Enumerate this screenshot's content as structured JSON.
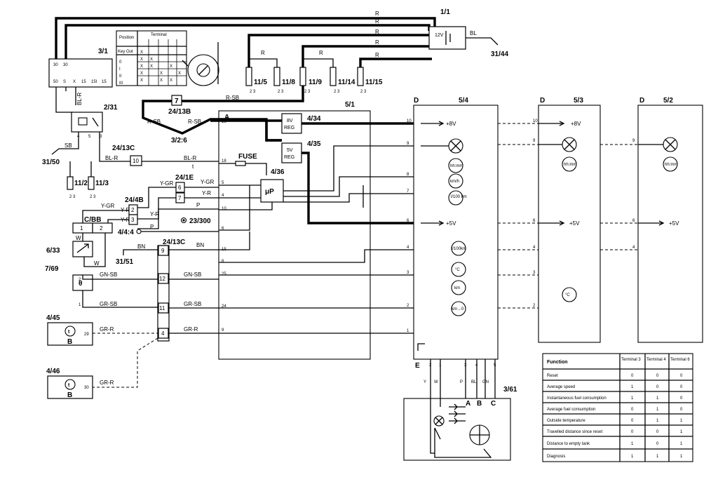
{
  "components": {
    "c1_1": "1/1",
    "battery": "12V",
    "c31_44": "31/44",
    "c3_1": "3/1",
    "key_pos_header": "Position",
    "key_term_header": "Terminal",
    "key_out": "Key Out",
    "key_rows": [
      "0",
      "I",
      "II",
      "III"
    ],
    "key_cols": [
      "30",
      "50",
      "15",
      "15I",
      "50",
      "15"
    ],
    "c2_31": "2/31",
    "c31_50": "31/50",
    "c11_2": "11/2",
    "c11_3": "11/3",
    "c11_5": "11/5",
    "c11_8": "11/8",
    "c11_9": "11/9",
    "c11_14": "11/14",
    "c11_15": "11/15",
    "c7": "7",
    "c24_13b": "24/13B",
    "c3_2_6": "3/2:6",
    "c24_13c_a": "24/13C",
    "c10": "10",
    "c24_1e": "24/1E",
    "c6": "6",
    "c7b": "7",
    "c24_4b": "24/4B",
    "c2": "2",
    "c3": "3",
    "cbb": "C/BB",
    "cbb1": "1",
    "cbb2": "2",
    "c6_33": "6/33",
    "c4_4_4": "4/4:4",
    "c23_300": "23/300",
    "c24_13c_b": "24/13C",
    "c31_51": "31/51",
    "c7_69": "7/69",
    "c4_45": "4/45",
    "c4_46": "4/46",
    "b": "B",
    "pin_29": "29",
    "pin_30": "30",
    "conn_pins": [
      "9",
      "12",
      "11",
      "4"
    ],
    "c5_1": "5/1",
    "letter_a": "A",
    "fuse": "FUSE",
    "c4_34": "4/34",
    "reg8": "8V",
    "reg8b": "REG",
    "c4_35": "4/35",
    "reg5": "5V",
    "reg5b": "REG",
    "c4_36": "4/36",
    "mu": "μP",
    "left_pins": [
      "16",
      "18",
      "5",
      "4",
      "10",
      "6",
      "15",
      "8",
      "25",
      "24",
      "9"
    ],
    "c5_4": "5/4",
    "c5_3": "5/3",
    "c5_2": "5/2",
    "d": "D",
    "e": "E",
    "plus8v": "+8V",
    "plus5v": "+5V",
    "gauge_labels": [
      "hh:mm",
      "km/h",
      "l/100 km",
      "l/100km",
      "°C",
      "km",
      "km→0"
    ],
    "right_pins": [
      "10",
      "9",
      "8",
      "7",
      "6",
      "4",
      "3",
      "2",
      "1"
    ],
    "bottom_pins": [
      "2",
      "1",
      "3",
      "4",
      "5"
    ],
    "c3_61": "3/61",
    "letters": [
      "A",
      "B",
      "C"
    ],
    "bottom_wire": [
      "Y",
      "W",
      "P",
      "BL",
      "GN"
    ]
  },
  "wires": {
    "r": "R",
    "bl": "BL",
    "bl_r": "BL-R",
    "sb": "SB",
    "r_sb": "R-SB",
    "y_gr": "Y-GR",
    "y_r": "Y-R",
    "p": "P",
    "w": "W",
    "bn": "BN",
    "gn_sb": "GN-SB",
    "gr_sb": "GR-SB",
    "gr_r": "GR-R",
    "t": "t"
  },
  "table": {
    "headers": [
      "Function",
      "Terminal 3",
      "Terminal 4",
      "Terminal 6"
    ],
    "rows": [
      [
        "Reset",
        "0",
        "0",
        "0"
      ],
      [
        "Average speed",
        "1",
        "0",
        "0"
      ],
      [
        "Instantaneous fuel consumption",
        "1",
        "1",
        "0"
      ],
      [
        "Average fuel consumption",
        "0",
        "1",
        "0"
      ],
      [
        "Outside temperature",
        "0",
        "1",
        "1"
      ],
      [
        "Travelled distance since reset",
        "0",
        "0",
        "1"
      ],
      [
        "Distance to empty tank",
        "1",
        "0",
        "1"
      ],
      [
        "Diagnosis",
        "1",
        "1",
        "1"
      ]
    ]
  }
}
